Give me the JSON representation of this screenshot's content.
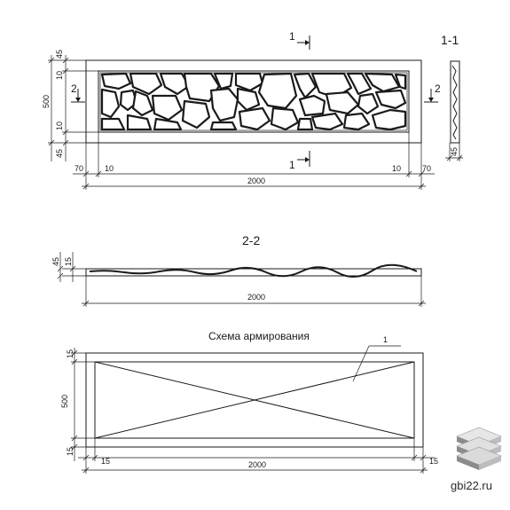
{
  "plan": {
    "dims": {
      "left_top": "45",
      "left_inner_top": "10",
      "height": "500",
      "left_inner_bottom": "10",
      "left_bottom": "45",
      "bottom_left": "70",
      "bottom_left_inner": "10",
      "bottom_right_inner": "10",
      "bottom_right": "70",
      "length": "2000"
    },
    "cut_11": "1",
    "cut_22": "2"
  },
  "section_11": {
    "title": "1-1",
    "dim": "45"
  },
  "section_22": {
    "title": "2-2",
    "dim_a": "45",
    "dim_b": "15",
    "length": "2000"
  },
  "reinforcement": {
    "title": "Схема армирования",
    "leader": "1",
    "dims": {
      "top": "15",
      "height": "500",
      "bottom": "15",
      "left": "15",
      "length": "2000",
      "right": "15"
    }
  },
  "watermark": {
    "text": "gbi22.ru",
    "icon": "stacked-slabs-icon",
    "colors": [
      "#8c8c8c",
      "#bdbdbd",
      "#e0e0e0"
    ]
  }
}
